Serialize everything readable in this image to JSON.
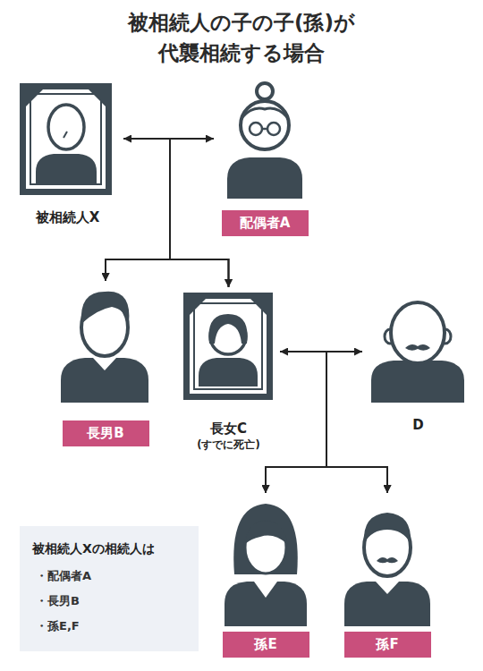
{
  "diagram": {
    "title": "被相続人の子の子(孫)が 代襲相続する場合",
    "nodes": [
      {
        "text": [
          "被相続人X"
        ]
      },
      {
        "text": [
          "配偶者A"
        ]
      },
      {
        "text": [
          "長男B"
        ]
      },
      {
        "text": [
          "長女C",
          "(すでに死亡)"
        ]
      },
      {
        "text": [
          "D"
        ]
      },
      {
        "text": [
          "孫E"
        ]
      },
      {
        "text": [
          "孫F"
        ]
      },
      {
        "text": [
          "被相続人Xの相続人は",
          "・配偶者A",
          "・長男B",
          "・孫E,F"
        ]
      }
    ],
    "edges": [
      {
        "from": 0,
        "to": 1,
        "arrow": "both"
      },
      {
        "from": 0,
        "to": 2,
        "arrow": "to"
      },
      {
        "from": 0,
        "to": 3,
        "arrow": "to"
      },
      {
        "from": 1,
        "to": 2,
        "arrow": "to"
      },
      {
        "from": 1,
        "to": 3,
        "arrow": "to"
      },
      {
        "from": 3,
        "to": 4,
        "arrow": "both"
      },
      {
        "from": 3,
        "to": 5,
        "arrow": "to"
      },
      {
        "from": 3,
        "to": 6,
        "arrow": "to"
      },
      {
        "from": 4,
        "to": 5,
        "arrow": "to"
      },
      {
        "from": 4,
        "to": 6,
        "arrow": "to"
      }
    ]
  }
}
